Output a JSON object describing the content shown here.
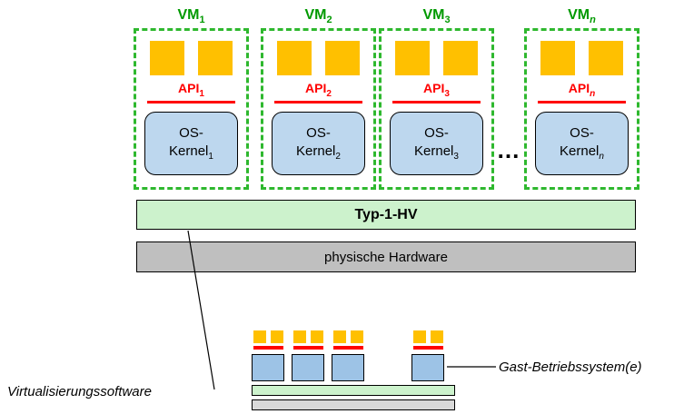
{
  "vms": [
    {
      "name": "VM",
      "sub": "1",
      "api": "API",
      "api_sub": "1",
      "kernel_top": "OS-",
      "kernel_bottom": "Kernel",
      "kernel_sub": "1"
    },
    {
      "name": "VM",
      "sub": "2",
      "api": "API",
      "api_sub": "2",
      "kernel_top": "OS-",
      "kernel_bottom": "Kernel",
      "kernel_sub": "2"
    },
    {
      "name": "VM",
      "sub": "3",
      "api": "API",
      "api_sub": "3",
      "kernel_top": "OS-",
      "kernel_bottom": "Kernel",
      "kernel_sub": "3"
    },
    {
      "name": "VM",
      "sub": "n",
      "api": "API",
      "api_sub": "n",
      "kernel_top": "OS-",
      "kernel_bottom": "Kernel",
      "kernel_sub": "n"
    }
  ],
  "ellipsis": "...",
  "layers": {
    "hypervisor": "Typ-1-HV",
    "hardware": "physische Hardware"
  },
  "annotations": {
    "software": "Virtualisierungssoftware",
    "guest": "Gast-Betriebssystem(e)"
  },
  "colors": {
    "app_square": "#ffc000",
    "api_red": "#ff0000",
    "vm_border_green": "#2eb82e",
    "vm_label_green": "#009900",
    "kernel_blue": "#bdd7ee",
    "mini_os_blue": "#9dc3e6",
    "hypervisor_green": "#ccf2cc",
    "hardware_gray": "#bfbfbf"
  }
}
